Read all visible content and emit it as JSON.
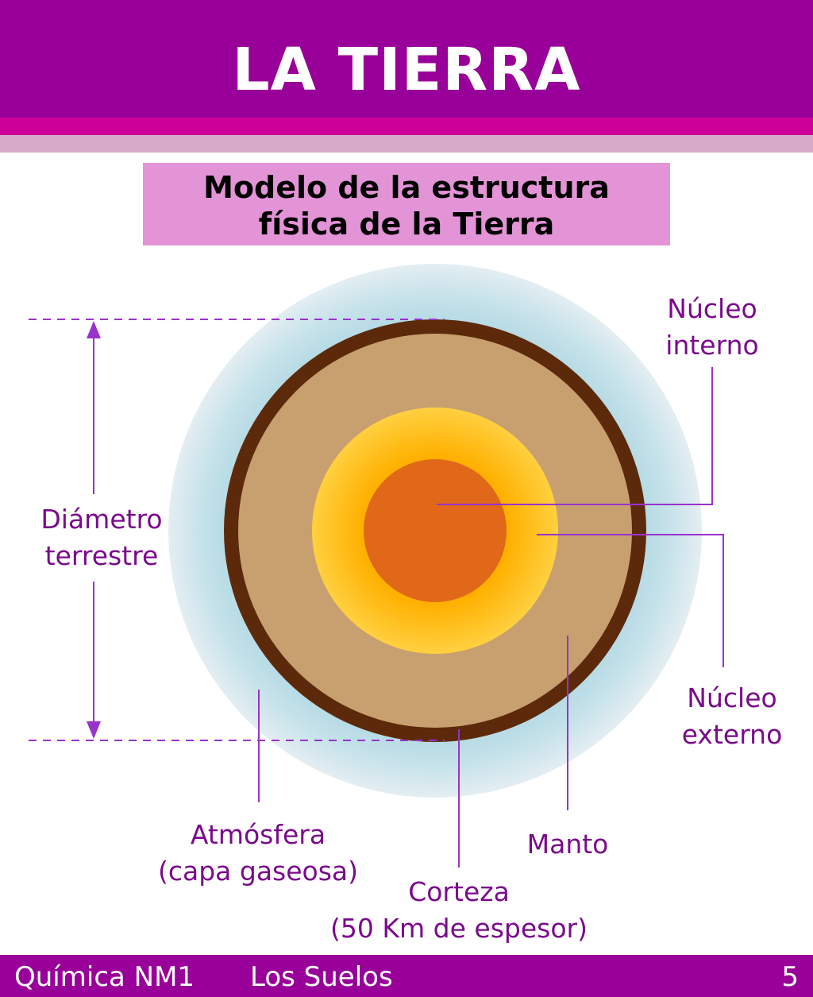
{
  "header": {
    "title": "LA TIERRA"
  },
  "subtitle": "Modelo de la estructura\nfísica de la Tierra",
  "diagram": {
    "labels": {
      "diametro": "Diámetro\nterrestre",
      "nucleo_interno": "Núcleo\ninterno",
      "nucleo_externo": "Núcleo\nexterno",
      "atmosfera": "Atmósfera\n(capa gaseosa)",
      "manto": "Manto",
      "corteza": "Corteza\n(50 Km de espesor)"
    },
    "colors": {
      "atmosphere": "#b8dce6",
      "crust": "#5c2a0a",
      "mantle": "#c8a070",
      "outer_core": "#ffc000",
      "inner_core": "#e06818",
      "leader_lines": "#9933cc"
    }
  },
  "footer": {
    "course": "Química NM1",
    "topic": "Los Suelos",
    "page": "5"
  }
}
